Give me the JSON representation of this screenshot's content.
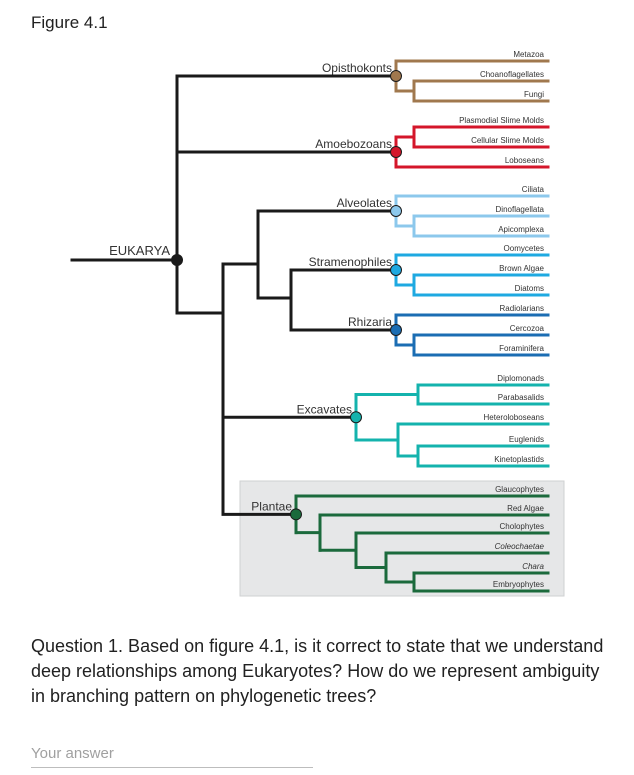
{
  "figure_title": "Figure 4.1",
  "root_label": "EUKARYA",
  "groups": [
    {
      "label": "Opisthokonts",
      "color": "#a0784e",
      "taxa": [
        "Metazoa",
        "Choanoflagellates",
        "Fungi"
      ]
    },
    {
      "label": "Amoebozoans",
      "color": "#d4162a",
      "taxa": [
        "Plasmodial Slime Molds",
        "Cellular Slime Molds",
        "Loboseans"
      ]
    },
    {
      "label": "Alveolates",
      "color": "#8cc8ec",
      "taxa": [
        "Ciliata",
        "Dinoflagellata",
        "Apicomplexa"
      ]
    },
    {
      "label": "Stramenophiles",
      "color": "#1ea9e1",
      "taxa": [
        "Oomycetes",
        "Brown Algae",
        "Diatoms"
      ]
    },
    {
      "label": "Rhizaria",
      "color": "#1b6db3",
      "taxa": [
        "Radiolarians",
        "Cercozoa",
        "Foraminifera"
      ]
    },
    {
      "label": "Excavates",
      "color": "#14b3ad",
      "taxa": [
        "Diplomonads",
        "Parabasalids",
        "Heteroloboseans",
        "Euglenids",
        "Kinetoplastids"
      ]
    },
    {
      "label": "Plantae",
      "color": "#1b6a3c",
      "taxa": [
        "Glaucophytes",
        "Red Algae",
        "Cholophytes",
        "Coleochaetae",
        "Chara",
        "Embryophytes"
      ]
    }
  ],
  "question": "Question 1. Based on figure 4.1, is it correct to state that we understand deep relationships among Eukaryotes? How do we represent ambiguity in branching pattern on phylogenetic trees?",
  "answer_placeholder": "Your answer"
}
